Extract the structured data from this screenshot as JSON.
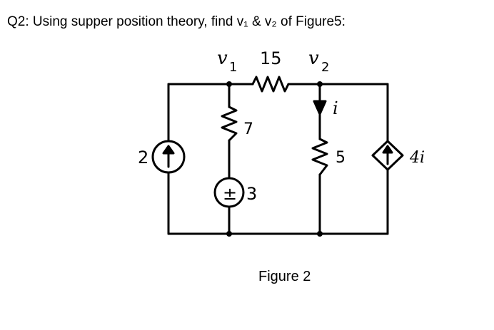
{
  "question": "Q2: Using supper position theory, find v₁ & v₂ of Figure5:",
  "figure": {
    "caption": "Figure 2",
    "labels": {
      "v1_name": "v",
      "v1_sub": "1",
      "v2_name": "v",
      "v2_sub": "2",
      "r_series": "15",
      "r_left": "7",
      "v_source": "3",
      "src_plus_minus": "±",
      "r_right": "5",
      "i_current": "i",
      "i_source": "2",
      "dep_source": "4i"
    }
  }
}
